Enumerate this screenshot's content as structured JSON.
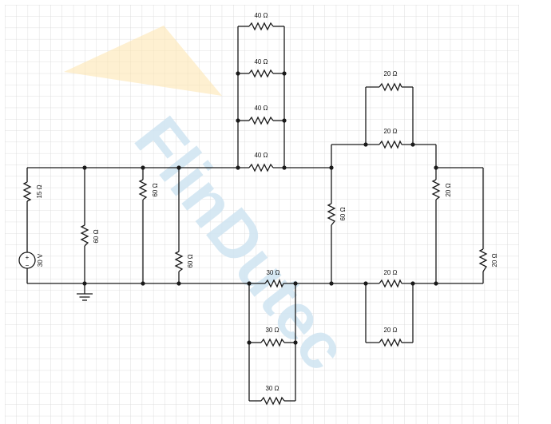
{
  "colors": {
    "grid": "#d6d6d6",
    "wire": "#1a1a1a",
    "watermark": "#cfe4f2",
    "watermark_logo": "#fde6b2"
  },
  "watermark": {
    "text": "FlinDutec"
  },
  "source": {
    "label": "30 V",
    "plus": "+",
    "minus": "−"
  },
  "resistors": {
    "r15": "15 Ω",
    "r60_a": "60 Ω",
    "r60_b": "60 Ω",
    "r60_c": "60 Ω",
    "r60_mid": "60 Ω",
    "r40_1": "40 Ω",
    "r40_2": "40 Ω",
    "r40_3": "40 Ω",
    "r40_4": "40 Ω",
    "r20_top1": "20 Ω",
    "r20_top2": "20 Ω",
    "r20_right": "20 Ω",
    "r20_far": "20 Ω",
    "r20_bot1": "20 Ω",
    "r20_bot2": "20 Ω",
    "r30_1": "30 Ω",
    "r30_2": "30 Ω",
    "r30_3": "30 Ω"
  }
}
